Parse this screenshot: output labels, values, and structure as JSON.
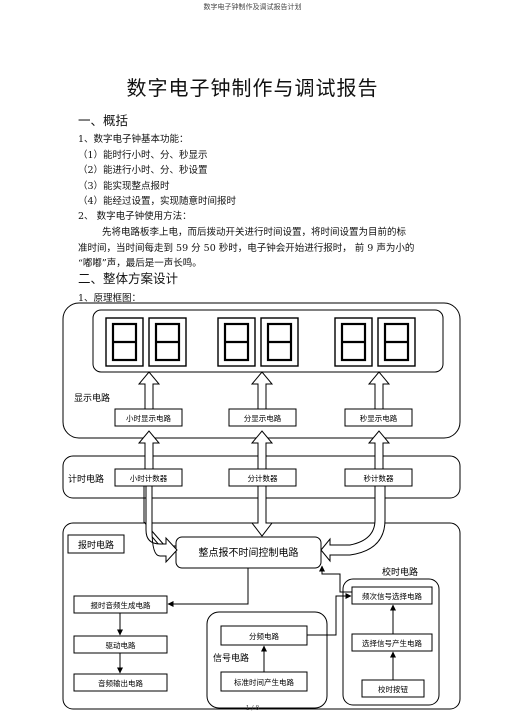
{
  "header": "数字电子钟制作及调试报告计划",
  "title": "数字电子钟制作与调试报告",
  "sec1": {
    "heading": "一、概括",
    "item1": "1、数字电子钟基本功能：",
    "f1": "（1）能时行小时、分、秒显示",
    "f2": "（2）能进行小时、分、秒设置",
    "f3": "（3）能实现整点报时",
    "f4": "（4）能经过设置，实现随意时间报时",
    "item2": "2、 数字电子钟使用方法：",
    "p1": "先将电路板李上电，而后拨动开关进行时间设置，将时间设置为目前的标",
    "p2": "准时间，当时间每走到 59 分 50 秒时，电子钟会开始进行报时， 前 9 声为小的",
    "p3": "“嘟嘟”声，最后是一声长鸣。"
  },
  "sec2": {
    "heading": "二、整体方案设计",
    "item1": "1、原理框图："
  },
  "diagram": {
    "display_label": "显示电路",
    "hour_display": "小时显示电路",
    "min_display": "分显示电路",
    "sec_display": "秒显示电路",
    "timing_label": "计时电路",
    "hour_counter": "小时计数器",
    "min_counter": "分计数器",
    "sec_counter": "秒计数器",
    "chime_label": "报时电路",
    "hourly_ctrl": "整点报不时间控制电路",
    "calib_label": "校时电路",
    "chime_freq": "报时音频生成电路",
    "driver": "驱动电路",
    "audio_out": "音频输出电路",
    "divider": "分频电路",
    "signal_label": "信号电路",
    "std_time": "标准时间产生电路",
    "freq_select": "频次信号选择电路",
    "select_gen": "选择信号产生电路",
    "calib_button": "校时按钮"
  },
  "footer": "1 / 8"
}
